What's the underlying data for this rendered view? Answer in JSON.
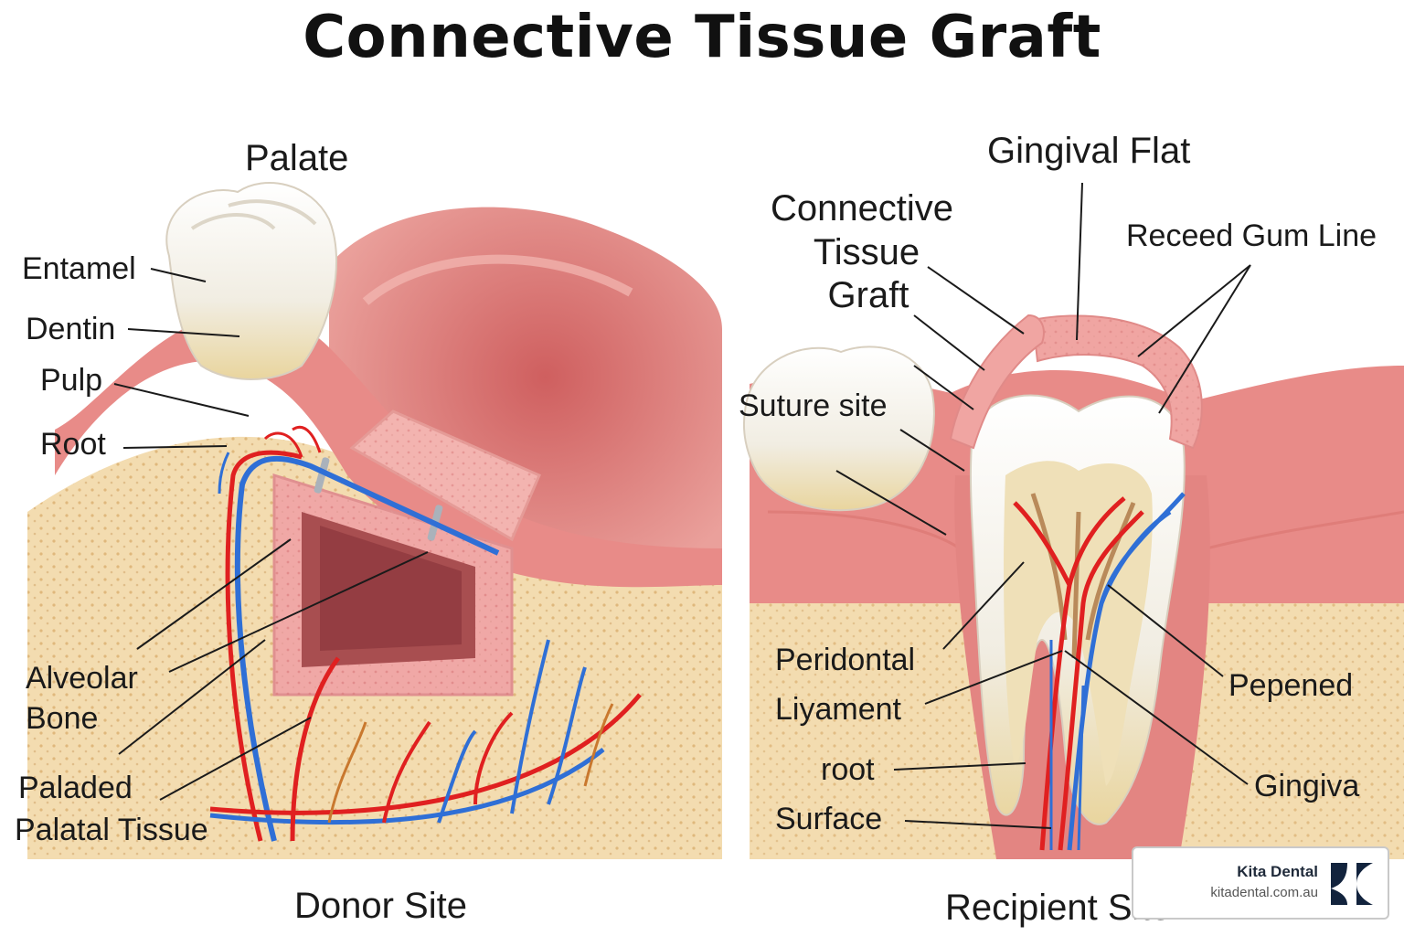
{
  "title": "Connective Tissue Graft",
  "donor": {
    "caption": "Donor Site",
    "labels": {
      "palate": "Palate",
      "entamel": "Entamel",
      "dentin": "Dentin",
      "pulp": "Pulp",
      "root": "Root",
      "alveolar_1": "Alveolar",
      "alveolar_2": "Bone",
      "paladed_1": "Paladed",
      "paladed_2": "Palatal Tissue"
    }
  },
  "recipient": {
    "caption": "Recipient Site",
    "labels": {
      "gingival_flat": "Gingival Flat",
      "ctg_1": "Connective",
      "ctg_2": "Tissue",
      "ctg_3": "Graft",
      "receed": "Receed Gum Line",
      "suture": "Suture site",
      "peridontal_1": "Peridontal",
      "peridontal_2": "Liyament",
      "pepened": "Pepened",
      "root": "root",
      "gingiva": "Gingiva",
      "surface": "Surface"
    }
  },
  "badge": {
    "name": "Kita Dental",
    "url": "kitadental.com.au"
  },
  "colors": {
    "gum": "#e88b88",
    "gum_dark": "#c85a5a",
    "bone": "#f3dcb0",
    "enamel": "#f4f1ea",
    "dentin": "#efe0b8",
    "artery": "#e02020",
    "vein": "#2f6fd6",
    "logo_navy": "#12233d"
  }
}
